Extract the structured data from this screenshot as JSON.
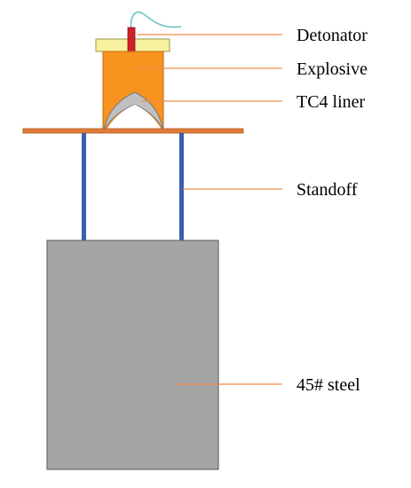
{
  "labels": {
    "detonator": "Detonator",
    "explosive": "Explosive",
    "liner": "TC4 liner",
    "standoff": "Standoff",
    "target": "45# steel"
  },
  "colors": {
    "explosive": "#f7931e",
    "booster_cap": "#f6f2a0",
    "detonator": "#d0202a",
    "liner": "#c0c0c0",
    "plate": "#e07b39",
    "standoff_rod": "#3a5fb0",
    "steel_block": "#a5a5a5",
    "leader_line": "#f08a4b",
    "wire": "#6fc3c9"
  }
}
